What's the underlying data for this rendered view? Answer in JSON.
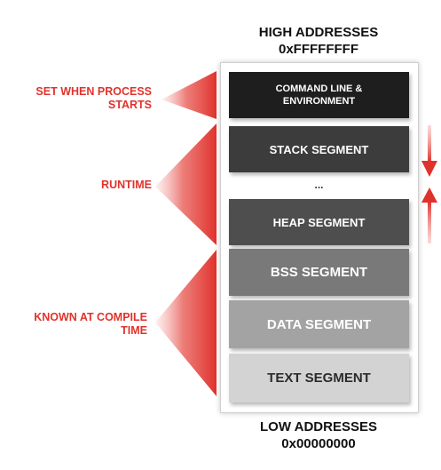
{
  "header": {
    "high_addresses_label": "HIGH ADDRESSES",
    "high_addresses_value": "0xFFFFFFFF"
  },
  "footer": {
    "low_addresses_label": "LOW ADDRESSES",
    "low_addresses_value": "0x00000000"
  },
  "segments": {
    "command_line_line1": "COMMAND LINE &",
    "command_line_line2": "ENVIRONMENT",
    "stack": "STACK SEGMENT",
    "gap": "...",
    "heap": "HEAP SEGMENT",
    "bss": "BSS SEGMENT",
    "data": "DATA SEGMENT",
    "text": "TEXT SEGMENT"
  },
  "annotations": {
    "process_start_line1": "SET WHEN PROCESS",
    "process_start_line2": "STARTS",
    "runtime": "RUNTIME",
    "compile_line1": "KNOWN AT COMPILE",
    "compile_line2": "TIME"
  },
  "colors": {
    "accent_red": "#e0322c",
    "command_segment": "#1e1e1e",
    "stack_segment": "#3c3c3c",
    "heap_segment": "#4e4e4e",
    "bss_segment": "#797979",
    "data_segment": "#a3a3a3",
    "text_segment": "#d3d3d3"
  },
  "icons": {
    "stack_growth": "arrow-down-icon",
    "heap_growth": "arrow-up-icon"
  }
}
